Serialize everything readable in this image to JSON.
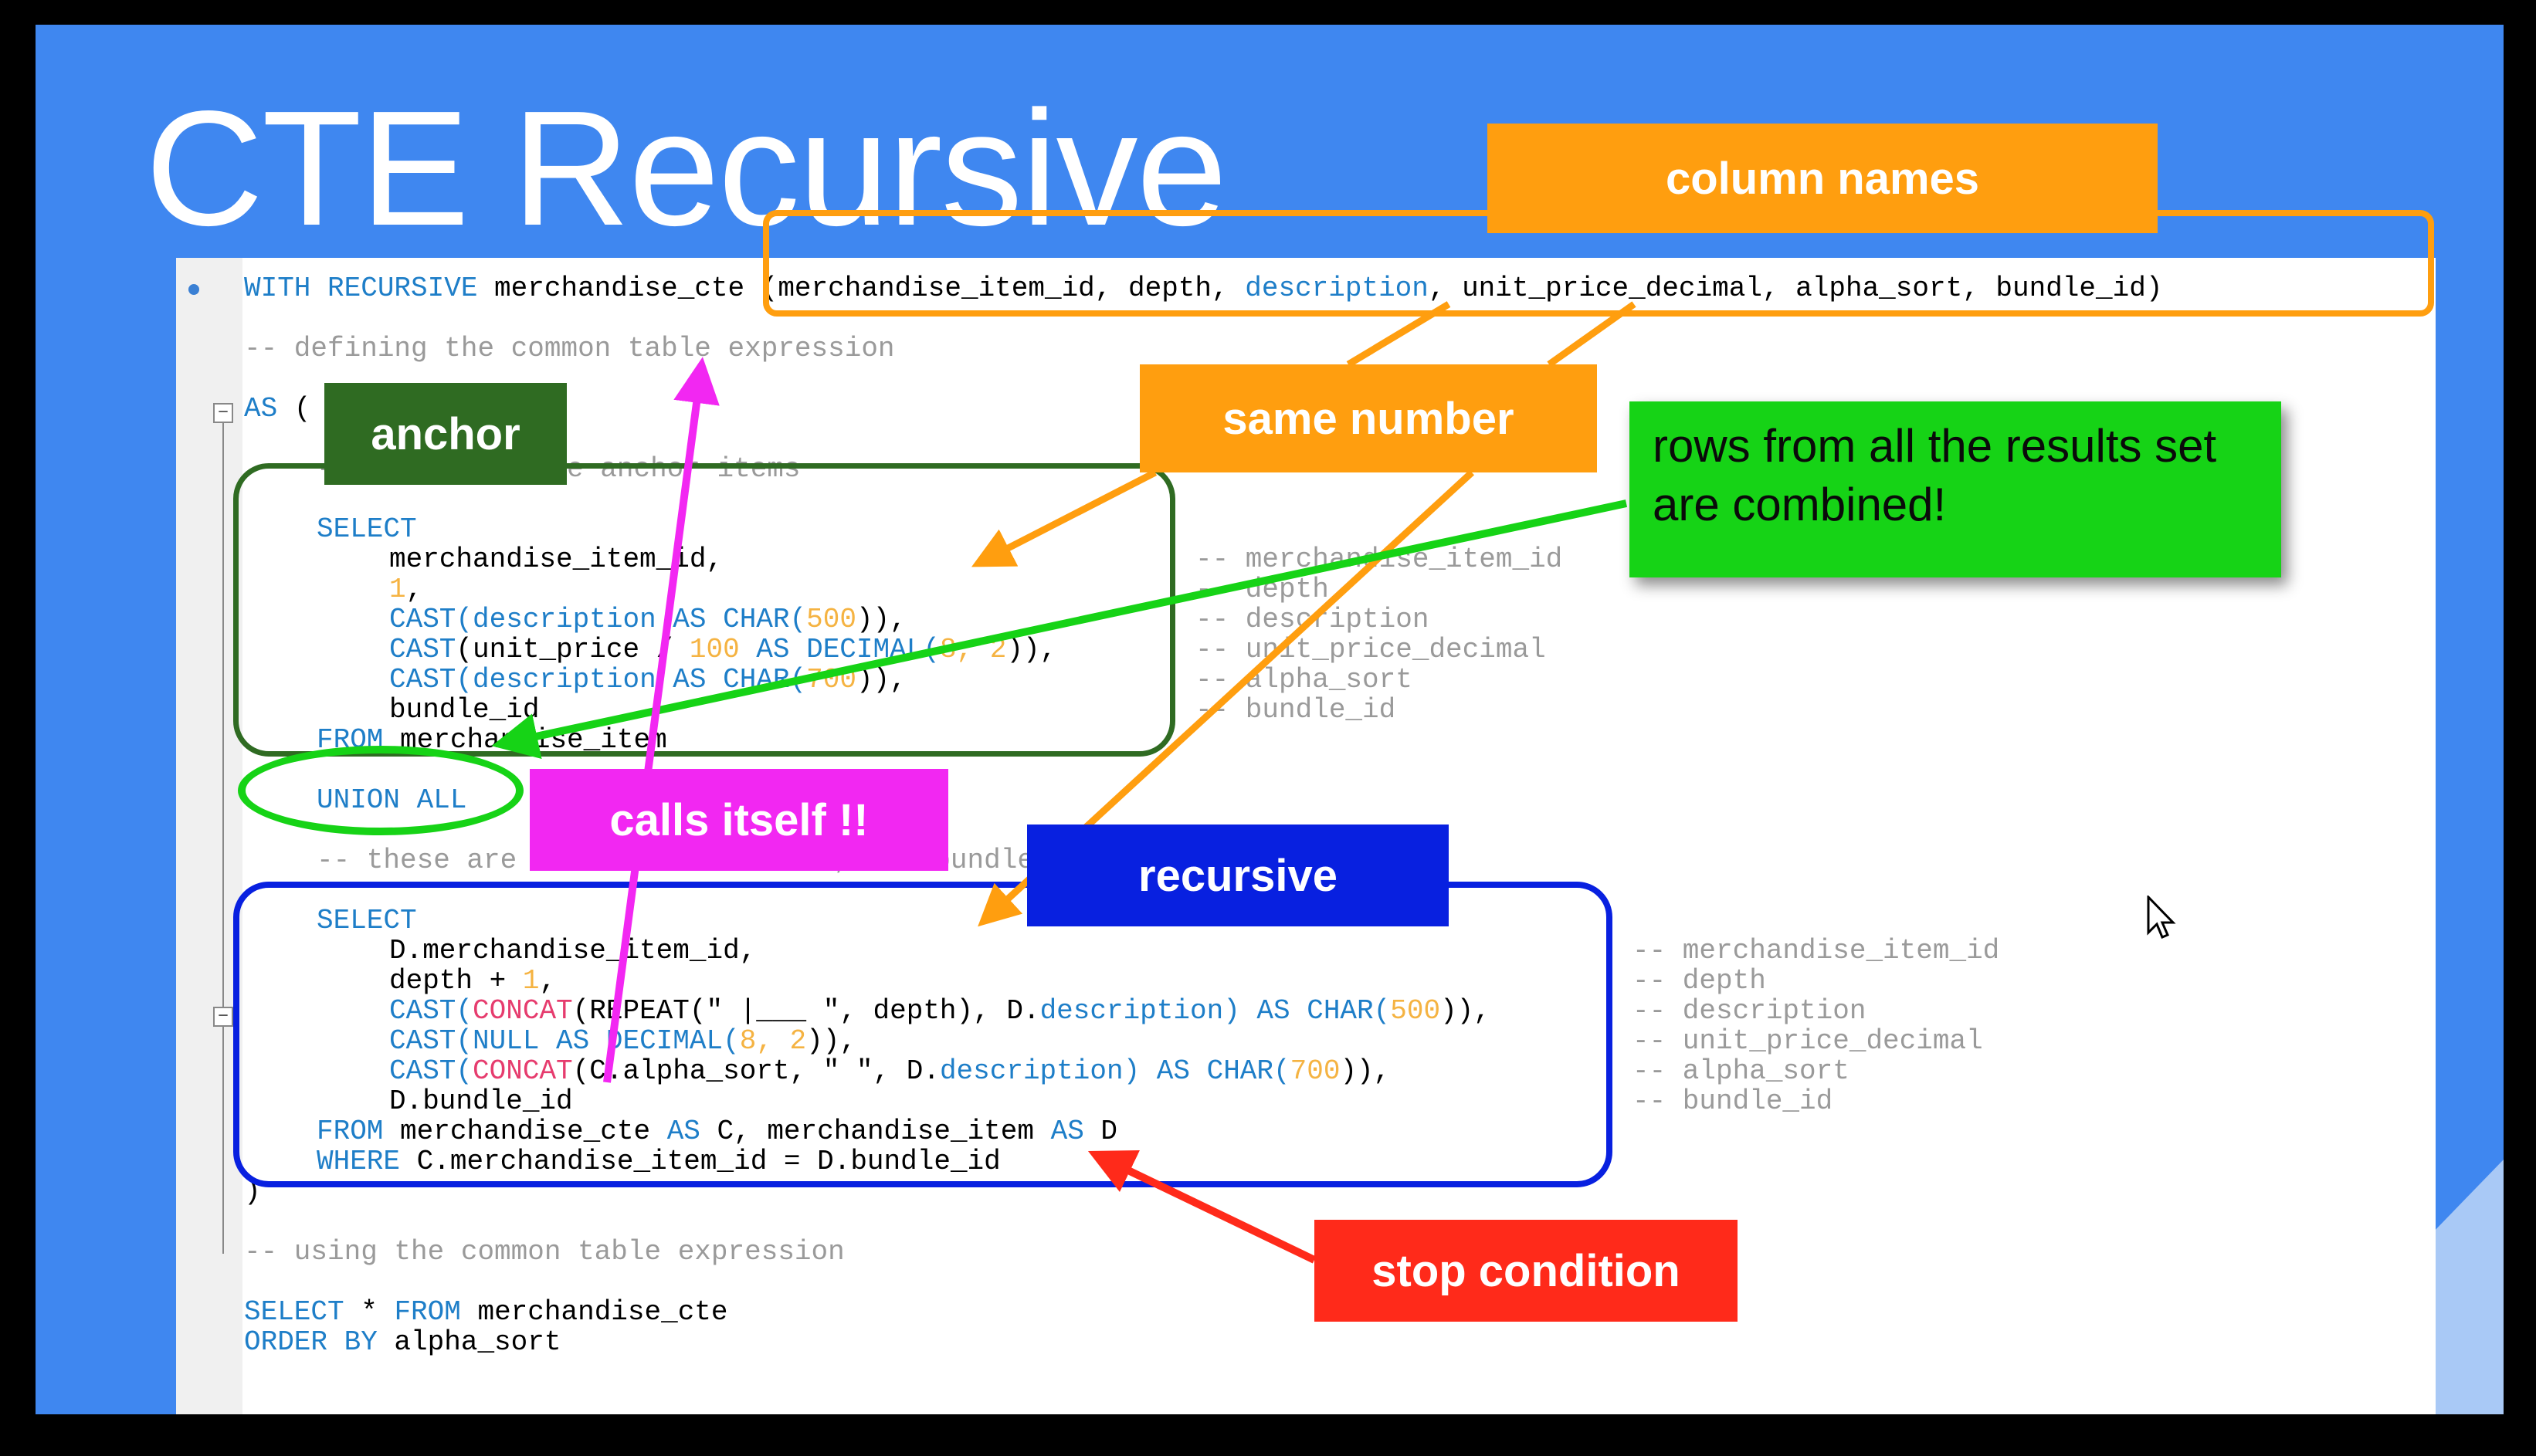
{
  "slide": {
    "title": "CTE Recursive",
    "colors": {
      "background": "#3f87f0",
      "anchor": "#2f6b22",
      "recursive": "#0820e0",
      "column_names": "#ff9e0f",
      "calls_itself": "#f227f2",
      "stop_condition": "#ff2a1a",
      "combined": "#16d316"
    }
  },
  "code": {
    "line1_kw": "WITH RECURSIVE",
    "line1_name": " merchandise_cte ",
    "line1_cols_a": "(merchandise_item_id, depth, ",
    "line1_cols_desc": "description",
    "line1_cols_b": ", unit_price_decimal, alpha_sort, bundle_id)",
    "comment_define": "-- defining the common table expression",
    "as_kw": "AS",
    "as_paren": " (",
    "comment_anchor": "-- these are the anchor items",
    "anchor_select": "SELECT",
    "anchor_c1": "merchandise_item_id,",
    "anchor_c2_num": "1",
    "anchor_c3_cast": "CAST(",
    "anchor_c3_col": "description",
    "anchor_c3_as": " AS CHAR(",
    "anchor_c3_num": "500",
    "anchor_c3_end": ")),",
    "anchor_c4_cast": "CAST",
    "anchor_c4_col": "(unit_price / ",
    "anchor_c4_num": "100",
    "anchor_c4_as": " AS DECIMAL(",
    "anchor_c4_num2": "8, 2",
    "anchor_c4_end": ")),",
    "anchor_c5_cast": "CAST(",
    "anchor_c5_col": "description",
    "anchor_c5_as": " AS CHAR(",
    "anchor_c5_num": "700",
    "anchor_c5_end": ")),",
    "anchor_c6": "bundle_id",
    "anchor_from": "FROM",
    "anchor_from_tbl": " merchandise_item",
    "union_all": "UNION ALL",
    "comment_recursive": "-- these are the recursive rows, the bundles",
    "rec_select": "SELECT",
    "rec_c1": "D.merchandise_item_id,",
    "rec_c2": "depth + ",
    "rec_c2_num": "1",
    "rec_c3_cast": "CAST(",
    "rec_c3_fn": "CONCAT",
    "rec_c3_fn2": "(REPEAT(\" |___ \", depth), D.",
    "rec_c3_col": "description",
    "rec_c3_as": ") AS CHAR(",
    "rec_c3_num": "500",
    "rec_c3_end": ")),",
    "rec_c4_cast": "CAST(",
    "rec_c4_null": "NULL AS DECIMAL(",
    "rec_c4_num": "8, 2",
    "rec_c4_end": ")),",
    "rec_c5_cast": "CAST(",
    "rec_c5_fn": "CONCAT",
    "rec_c5_mid": "(C.alpha_sort, \" \", D.",
    "rec_c5_col": "description",
    "rec_c5_as": ") AS CHAR(",
    "rec_c5_num": "700",
    "rec_c5_end": ")),",
    "rec_c6": "D.bundle_id",
    "rec_from": "FROM",
    "rec_from_a": " merchandise_cte ",
    "rec_from_as": "AS",
    "rec_from_b": " C, merchandise_item ",
    "rec_from_as2": "AS",
    "rec_from_c": " D",
    "rec_where": "WHERE",
    "rec_where_cond": " C.merchandise_item_id = D.bundle_id",
    "close_paren": ")",
    "comment_using": "-- using the common table expression",
    "final_select": "SELECT",
    "final_star": " * ",
    "final_from": "FROM",
    "final_tbl": " merchandise_cte",
    "final_order": "ORDER BY",
    "final_order_col": " alpha_sort",
    "anchor_comments": [
      "-- merchandise_item_id",
      "-- depth",
      "-- description",
      "-- unit_price_decimal",
      "-- alpha_sort",
      "-- bundle_id"
    ],
    "recursive_comments": [
      "-- merchandise_item_id",
      "-- depth",
      "-- description",
      "-- unit_price_decimal",
      "-- alpha_sort",
      "-- bundle_id"
    ]
  },
  "annotations": {
    "column_names": "column names",
    "same_number": "same number",
    "anchor": "anchor",
    "combined": "rows from all the results set are combined!",
    "calls_itself": "calls itself !!",
    "recursive": "recursive",
    "stop_condition": "stop condition"
  }
}
